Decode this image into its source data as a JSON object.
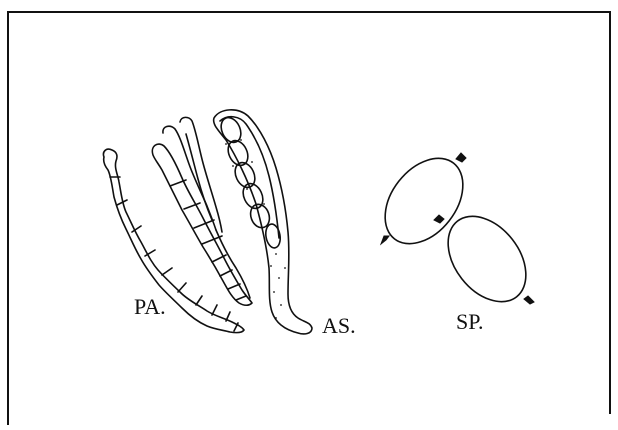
{
  "diagram": {
    "labels": {
      "paraphyses": "PA.",
      "ascus": "AS.",
      "spores": "SP."
    }
  },
  "style": {
    "stroke": "#111111",
    "background": "#ffffff"
  }
}
